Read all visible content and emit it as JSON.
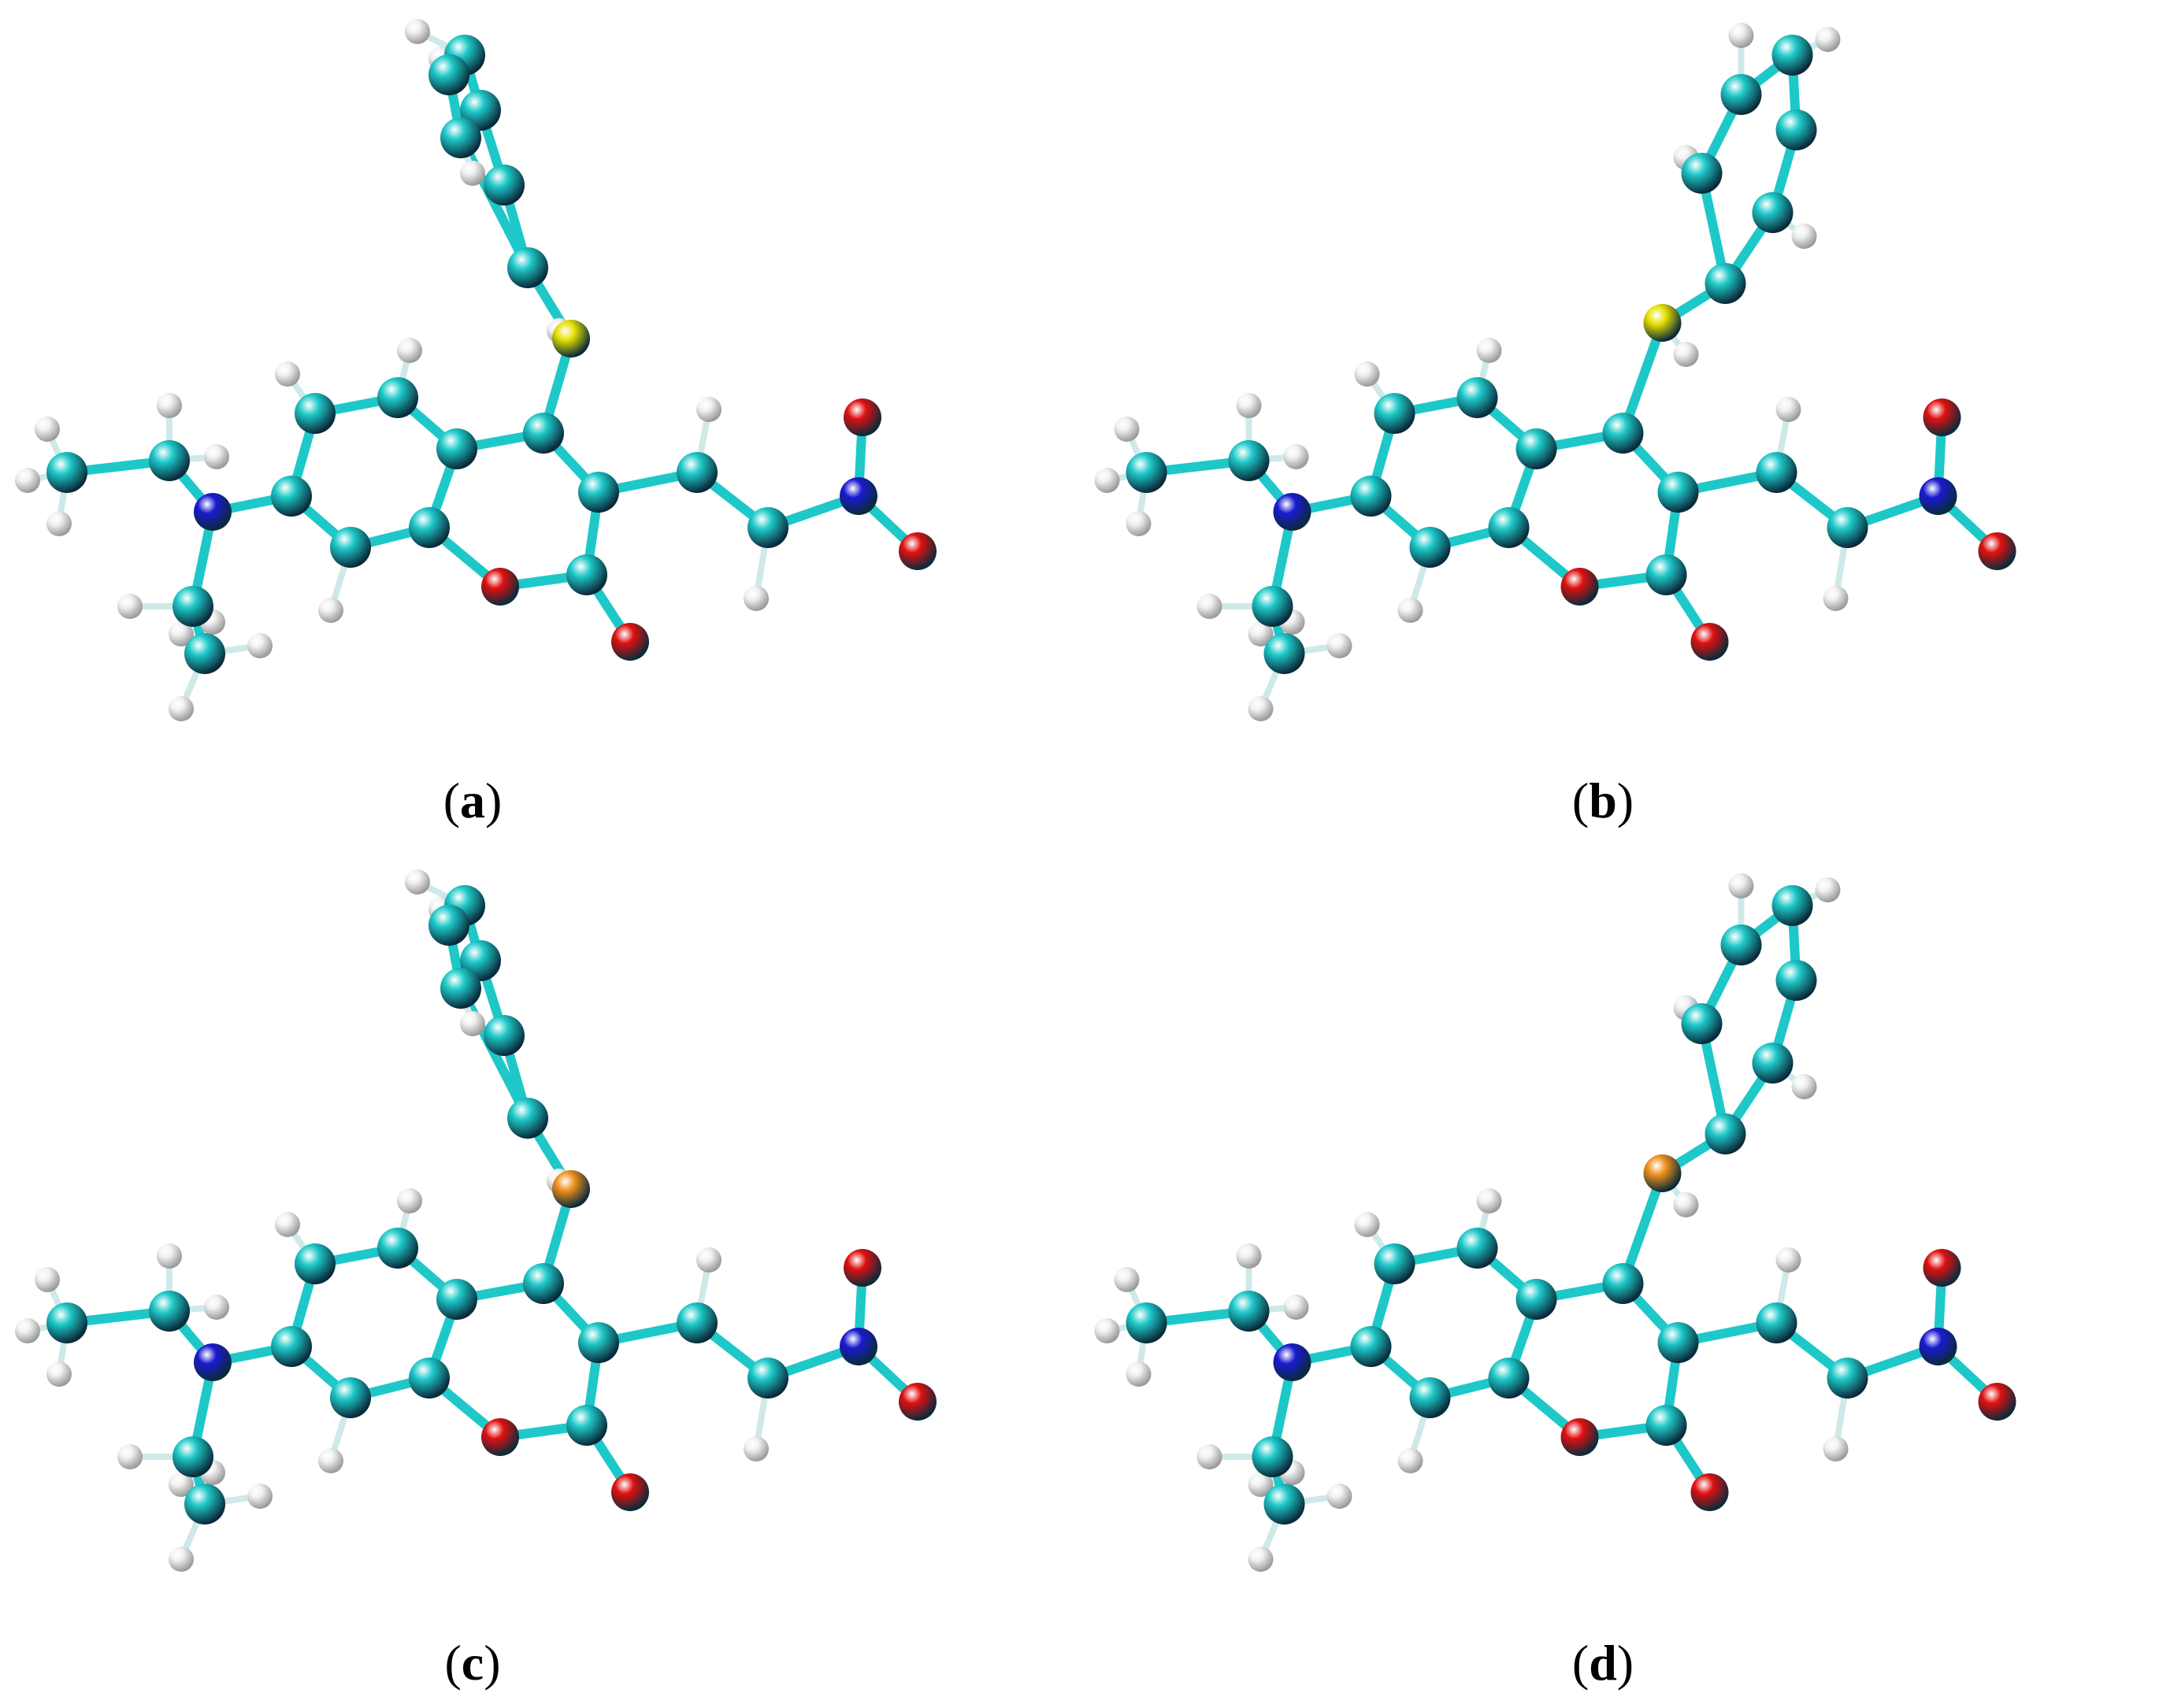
{
  "figure": {
    "panels": [
      {
        "id": "a",
        "label": "a",
        "heteroatom": "S",
        "heteroatom_color": "#e6e000",
        "ring_style": "a"
      },
      {
        "id": "b",
        "label": "b",
        "heteroatom": "S",
        "heteroatom_color": "#e6e000",
        "ring_style": "b"
      },
      {
        "id": "c",
        "label": "c",
        "heteroatom": "Se",
        "heteroatom_color": "#f0901a",
        "ring_style": "a"
      },
      {
        "id": "d",
        "label": "d",
        "heteroatom": "Se",
        "heteroatom_color": "#f0901a",
        "ring_style": "b"
      }
    ]
  },
  "colors": {
    "carbon": "#1ec8c8",
    "nitrogen": "#1a1ad0",
    "oxygen": "#e01010",
    "hydrogen": "#f2f2f2",
    "bond": "#1ec8c8"
  }
}
